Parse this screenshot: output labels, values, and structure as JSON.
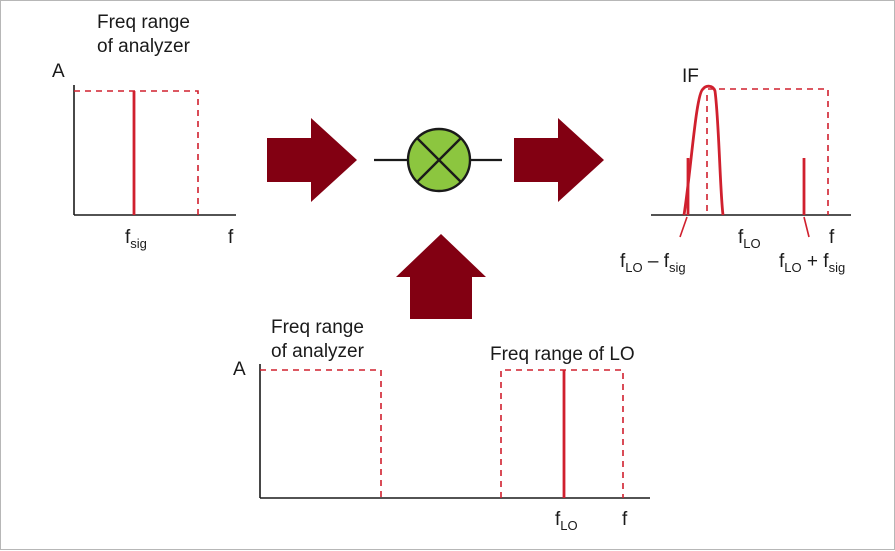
{
  "colors": {
    "signal": "#d0202e",
    "arrow": "#820012",
    "mixer_fill": "#8cc63f",
    "axis": "#1a1a1a"
  },
  "input_plot": {
    "title_line1": "Freq range",
    "title_line2": "of analyzer",
    "amplitude_label": "A",
    "signal_label": "f",
    "signal_sub": "sig",
    "frequency_label": "f"
  },
  "lo_plot": {
    "title_line1": "Freq range",
    "title_line2": "of analyzer",
    "lo_range_title": "Freq range of LO",
    "amplitude_label": "A",
    "lo_label": "f",
    "lo_sub": "LO",
    "frequency_label": "f"
  },
  "output_plot": {
    "if_label": "IF",
    "difference_label": "f",
    "difference_sub1": "LO",
    "difference_op": " – f",
    "difference_sub2": "sig",
    "lo_label": "f",
    "lo_sub": "LO",
    "sum_label": "f",
    "sum_sub1": "LO",
    "sum_op": " + f",
    "sum_sub2": "sig",
    "frequency_label": "f"
  },
  "mixer": {
    "icon": "mixer-icon"
  }
}
